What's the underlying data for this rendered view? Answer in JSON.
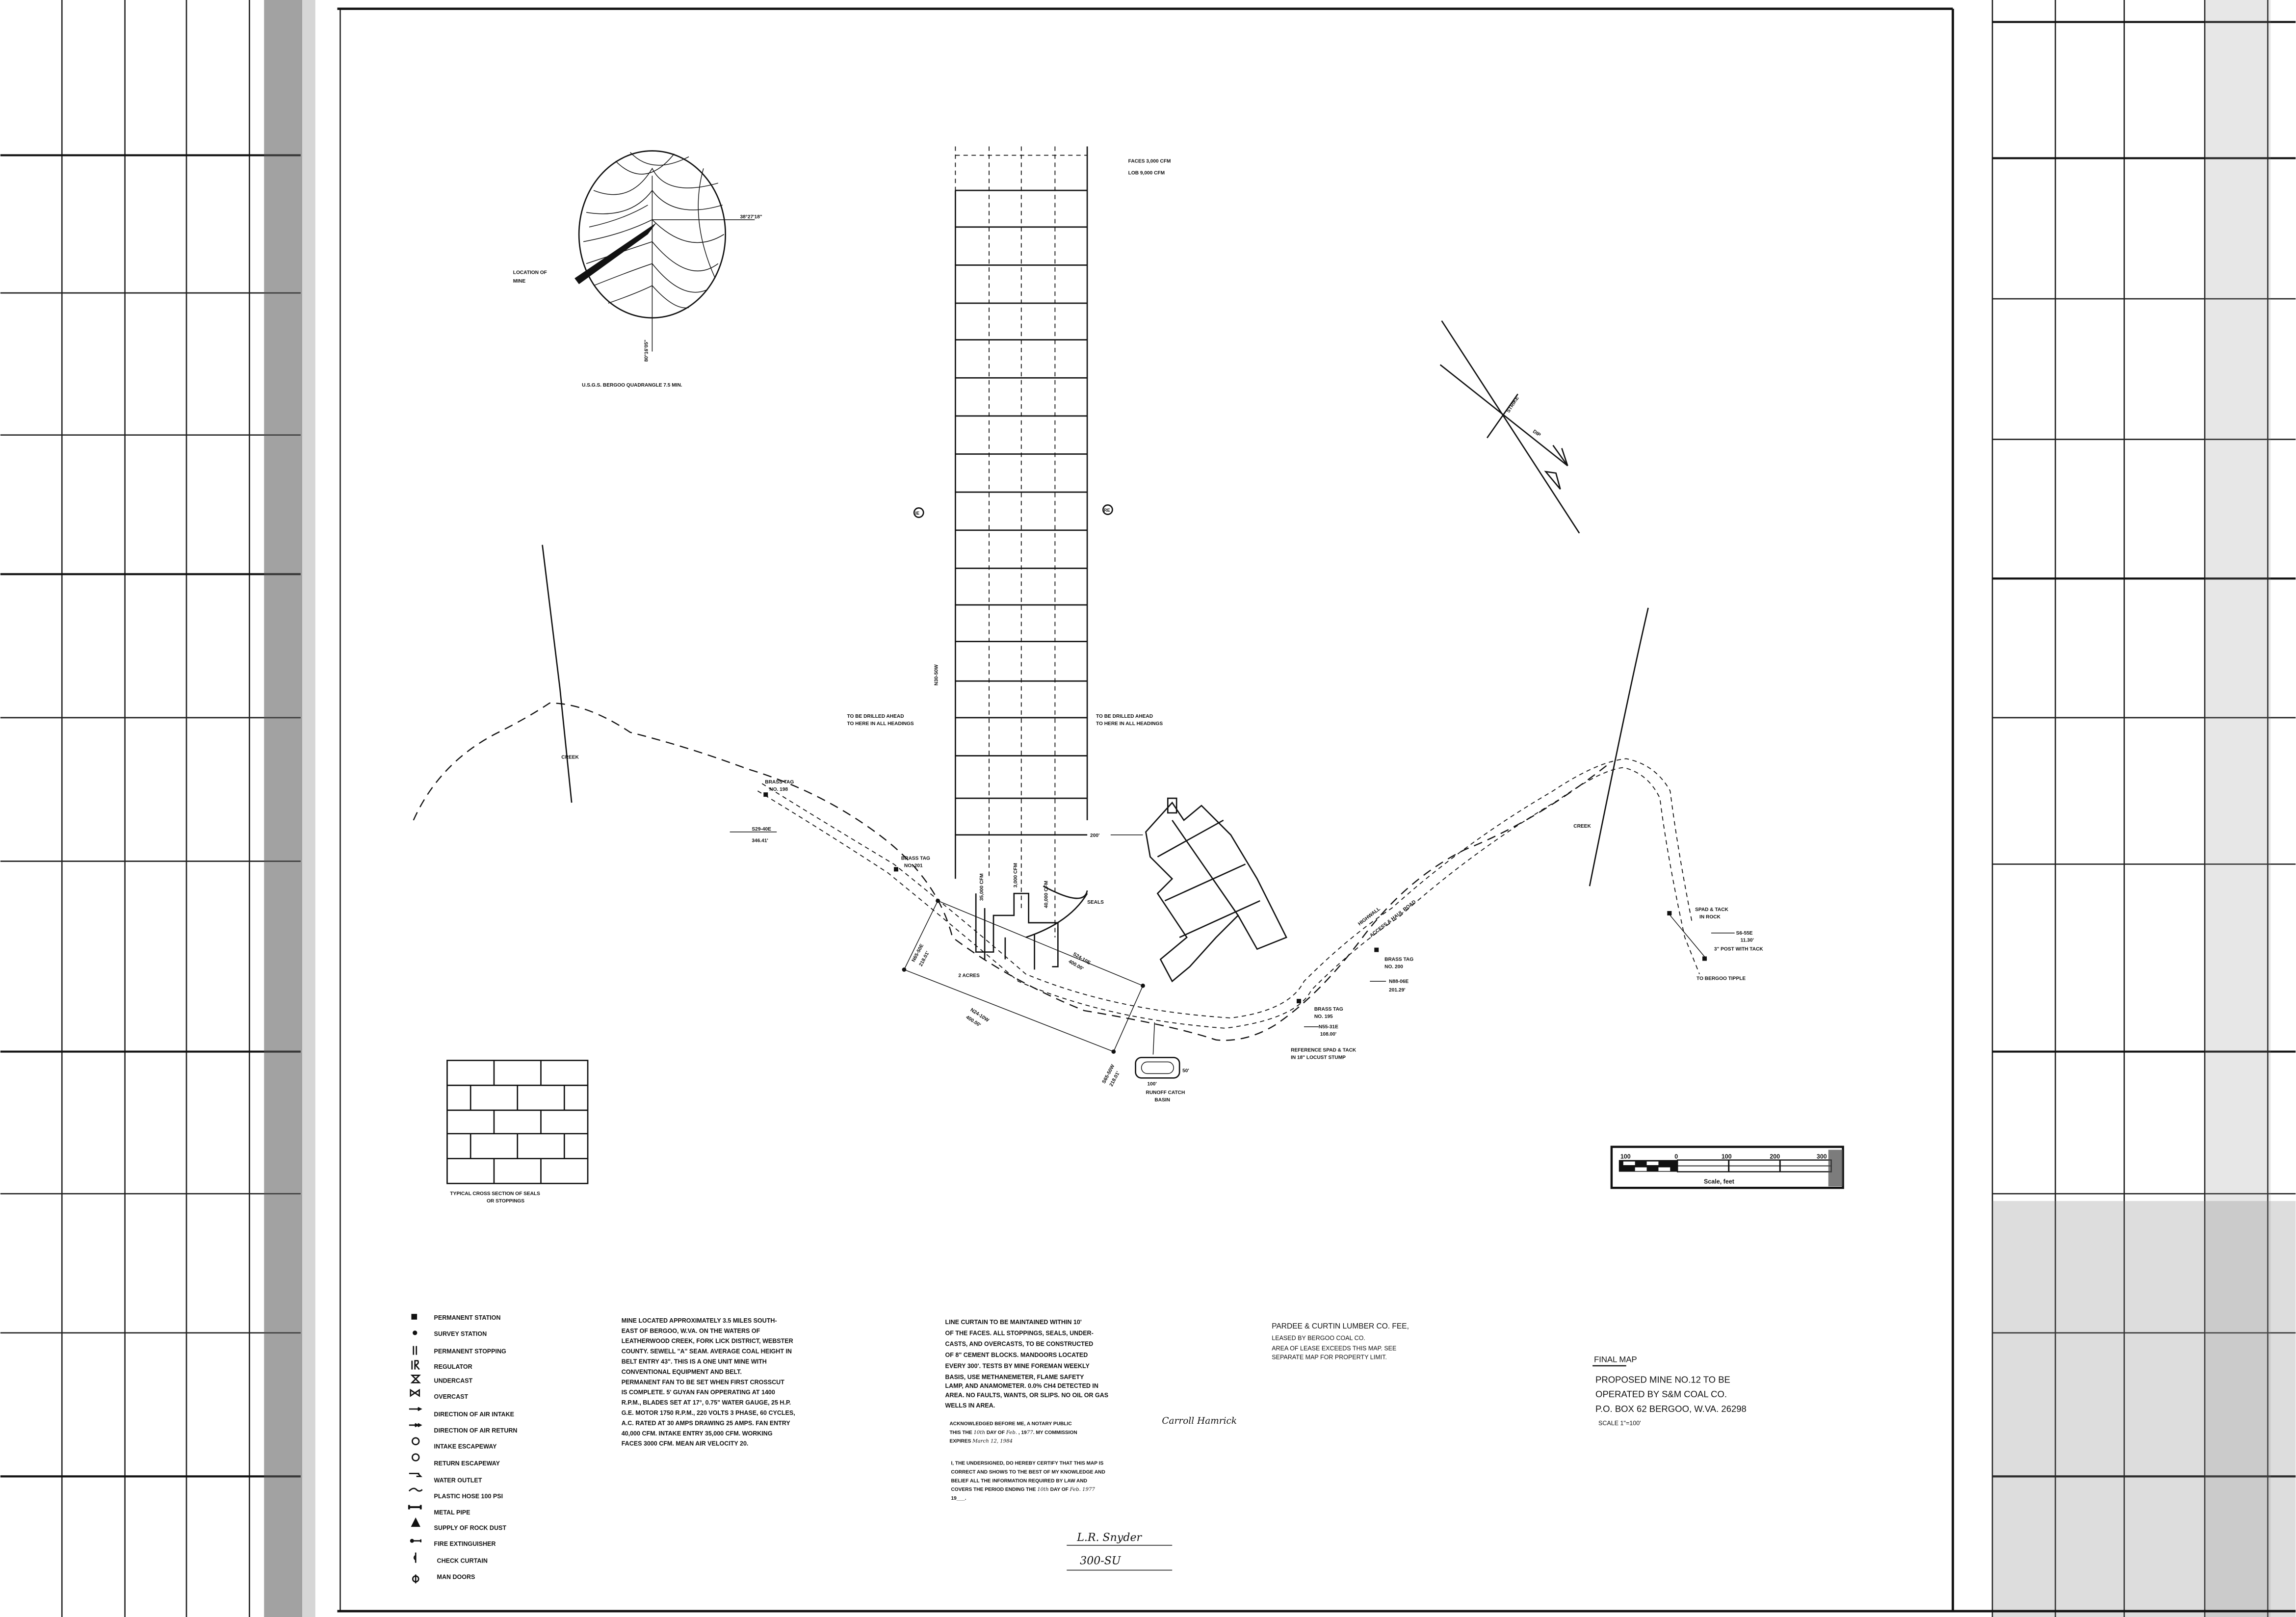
{
  "locator": {
    "location_label_1": "LOCATION OF",
    "location_label_2": "MINE",
    "latitude": "38°27'18\"",
    "longitude": "80°16'05\"",
    "caption": "U.S.G.S.  BERGOO  QUADRANGLE   7.5  MIN."
  },
  "faces": {
    "line1": "FACES  3,000   CFM",
    "line2": "LOB  9,000  CFM"
  },
  "mine_plan": {
    "bearing_label": "N30-50W",
    "drill_left_1": "TO BE DRILLED AHEAD",
    "drill_left_2": "TO HERE IN ALL HEADINGS",
    "drill_right_1": "TO BE DRILLED AHEAD",
    "drill_right_2": "TO HERE IN ALL HEADINGS",
    "intake_escapeway_symbol": "IE",
    "return_escapeway_symbol": "RE",
    "cfm_intake": "35,000 CFM",
    "cfm_faces": "3,000 CFM",
    "cfm_fan": "40,000 CFM",
    "distance": "200'",
    "seals": "SEALS",
    "acres": "2 ACRES"
  },
  "map_labels": {
    "creek_left": "CREEK",
    "creek_right": "CREEK",
    "brass_tag_198_1": "BRASS TAG",
    "brass_tag_198_2": "NO. 198",
    "bearing_s29": "S29-40E",
    "dist_s29": "346.41'",
    "brass_tag_201_1": "BRASS TAG",
    "brass_tag_201_2": "NO. 201",
    "bearing_n65": "N65-50E",
    "dist_n65": "218.01'",
    "bearing_s24": "S24-10E",
    "dist_s24": "400.00'",
    "bearing_n24": "N24-10W",
    "dist_n24": "400.00'",
    "bearing_s65": "S65-50W",
    "dist_s65": "218.01'",
    "basin_height": "50'",
    "basin_width": "100'",
    "basin_1": "RUNOFF  CATCH",
    "basin_2": "BASIN",
    "brass_tag_200_1": "BRASS  TAG",
    "brass_tag_200_2": "NO. 200",
    "bearing_n88": "N88-06E",
    "dist_n88": "201.29'",
    "brass_tag_195_1": "BRASS  TAG",
    "brass_tag_195_2": "NO. 195",
    "bearing_n55": "N55-31E",
    "dist_n55": "108.00'",
    "reference_1": "REFERENCE  SPAD & TACK",
    "reference_2": "IN 18\" LOCUST STUMP",
    "highwall": "HIGHWALL",
    "road": "ACCESS & HAUL  ROAD",
    "spad_rock_1": "SPAD & TACK",
    "spad_rock_2": "IN ROCK",
    "bearing_s6": "S6-55E",
    "dist_s6": "11.30'",
    "post": "3\" POST WITH TACK",
    "tipple": "TO BERGOO TIPPLE",
    "strike": "STRIKE",
    "dip": "DIP"
  },
  "cross_section": {
    "caption_1": "TYPICAL  CROSS  SECTION OF SEALS",
    "caption_2": "OR  STOPPINGS"
  },
  "scale_bar": {
    "ticks": [
      "100",
      "0",
      "100",
      "200",
      "300"
    ],
    "label": "Scale, feet"
  },
  "legend": [
    {
      "icon": "permanent-station-icon",
      "label": "PERMANENT  STATION"
    },
    {
      "icon": "survey-station-icon",
      "label": "SURVEY  STATION"
    },
    {
      "icon": "permanent-stopping-icon",
      "label": "PERMANENT  STOPPING"
    },
    {
      "icon": "regulator-icon",
      "label": "REGULATOR"
    },
    {
      "icon": "undercast-icon",
      "label": "UNDERCAST"
    },
    {
      "icon": "overcast-icon",
      "label": "OVERCAST"
    },
    {
      "icon": "air-intake-arrow-icon",
      "label": "DIRECTION  OF  AIR  INTAKE"
    },
    {
      "icon": "air-return-arrow-icon",
      "label": "DIRECTION  OF  AIR  RETURN"
    },
    {
      "icon": "intake-escapeway-icon",
      "label": "INTAKE  ESCAPEWAY"
    },
    {
      "icon": "return-escapeway-icon",
      "label": "RETURN  ESCAPEWAY"
    },
    {
      "icon": "water-outlet-icon",
      "label": "WATER  OUTLET"
    },
    {
      "icon": "plastic-hose-icon",
      "label": "PLASTIC  HOSE   100 PSI"
    },
    {
      "icon": "metal-pipe-icon",
      "label": "METAL  PIPE"
    },
    {
      "icon": "rock-dust-icon",
      "label": "SUPPLY  OF  ROCK  DUST"
    },
    {
      "icon": "fire-extinguisher-icon",
      "label": "FIRE  EXTINGUISHER"
    },
    {
      "icon": "check-curtain-icon",
      "label": "CHECK  CURTAIN"
    },
    {
      "icon": "man-doors-icon",
      "label": "MAN  DOORS"
    }
  ],
  "mine_notes": [
    "MINE LOCATED APPROXIMATELY 3.5 MILES SOUTH-",
    "EAST OF BERGOO, W.VA. ON THE WATERS OF",
    "LEATHERWOOD  CREEK, FORK LICK DISTRICT, WEBSTER",
    "COUNTY. SEWELL \"A\" SEAM. AVERAGE COAL HEIGHT IN",
    "BELT  ENTRY 43\". THIS IS A ONE UNIT MINE WITH",
    "CONVENTIONAL  EQUIPMENT AND BELT.",
    "PERMANENT FAN TO BE SET WHEN FIRST CROSSCUT",
    "IS COMPLETE. 5' GUYAN FAN OPPERATING AT 1400",
    "R.P.M., BLADES SET AT 17°, 0.75\" WATER GAUGE, 25 H.P.",
    "G.E. MOTOR 1750 R.P.M., 220 VOLTS 3 PHASE, 60 CYCLES,",
    "A.C. RATED AT 30 AMPS DRAWING 25 AMPS. FAN ENTRY",
    "40,000  CFM. INTAKE ENTRY 35,000 CFM. WORKING",
    "FACES 3000 CFM. MEAN AIR VELOCITY 20."
  ],
  "curtain_notes": [
    "LINE  CURTAIN  TO  BE  MAINTAINED  WITHIN 10'",
    "OF THE FACES. ALL STOPPINGS, SEALS, UNDER-",
    "CASTS, AND OVERCASTS, TO BE CONSTRUCTED",
    "OF 8\" CEMENT BLOCKS. MANDOORS LOCATED",
    "EVERY 300'. TESTS BY MINE FOREMAN WEEKLY",
    "BASIS, USE METHANEMETER, FLAME SAFETY",
    "LAMP, AND ANAMOMETER. 0.0% CH4 DETECTED IN",
    "AREA. NO FAULTS, WANTS, OR SLIPS. NO OIL OR GAS",
    "WELLS IN AREA."
  ],
  "notary": {
    "line1": "ACKNOWLEDGED  BEFORE ME, A NOTARY PUBLIC",
    "notary_signature": "Carroll Hamrick",
    "line2_a": "THIS THE",
    "day": "10th",
    "line2_b": "DAY  OF",
    "month": "Feb.",
    "line2_c": ", 19",
    "year": "77",
    "line2_d": ". MY COMMISSION",
    "line3": "EXPIRES",
    "expires": "March 12, 1984"
  },
  "certification": {
    "line1": "I, THE UNDERSIGNED, DO HEREBY CERTIFY THAT THIS MAP IS",
    "line2": "CORRECT AND SHOWS TO THE BEST OF MY KNOWLEDGE AND",
    "line3": "BELIEF ALL THE INFORMATION REQUIRED BY LAW AND",
    "line4_a": "COVERS THE PERIOD ENDING THE",
    "day": "10th",
    "line4_b": "DAY OF",
    "date": "Feb. 1977",
    "line5": "19___.",
    "signature": "L.R. Snyder",
    "license": "300-SU"
  },
  "lease": {
    "line1": "PARDEE & CURTIN LUMBER CO. FEE,",
    "line2": "LEASED BY BERGOO COAL CO.",
    "line3": "AREA OF LEASE EXCEEDS THIS MAP. SEE",
    "line4": "SEPARATE MAP FOR PROPERTY LIMIT."
  },
  "title_block": {
    "status": "FINAL  MAP",
    "line1": "PROPOSED  MINE  NO.12  TO BE",
    "line2": "OPERATED  BY  S&M  COAL  CO.",
    "line3": "P.O. BOX 62  BERGOO, W.VA. 26298",
    "scale": "SCALE  1\"=100'"
  }
}
